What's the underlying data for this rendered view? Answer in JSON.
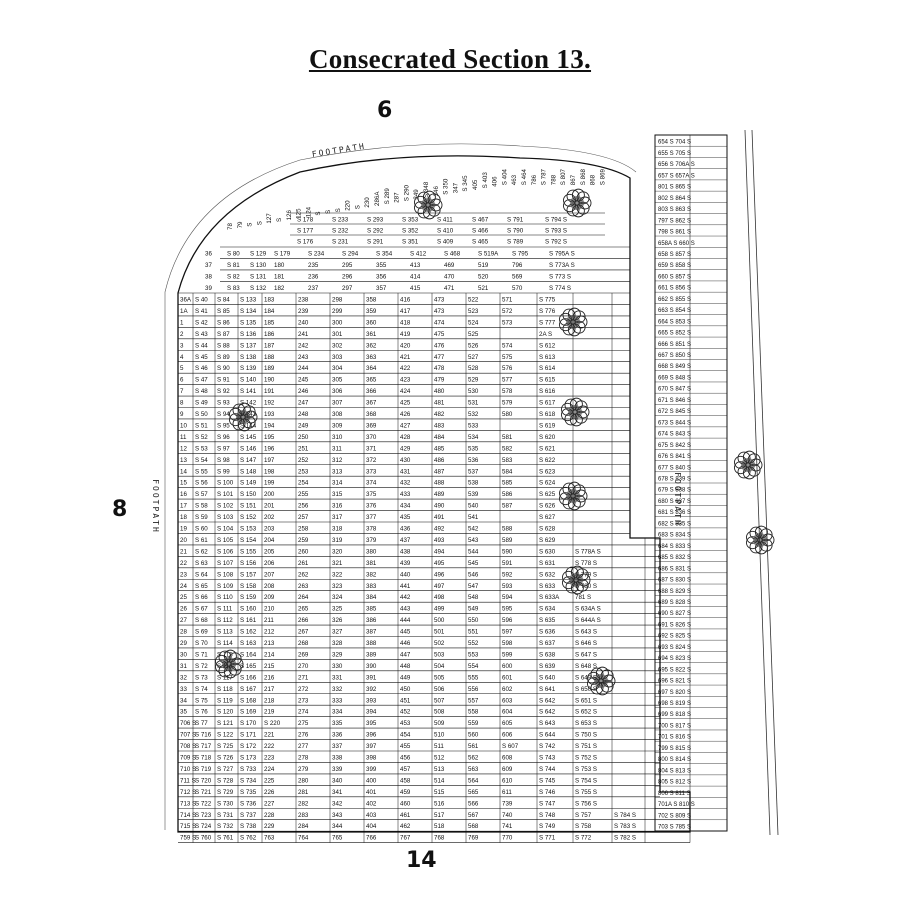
{
  "title": "Consecrated Section 13.",
  "adjacent_sections": {
    "north": "6",
    "west": "8",
    "south": "14"
  },
  "footpath_label": "FOOTPATH",
  "main_block": {
    "rows": [
      [
        "36A",
        "S 40",
        "S 84",
        "S 133",
        "183",
        "238",
        "298",
        "358",
        "416",
        "473",
        "522",
        "571",
        "S 775"
      ],
      [
        "1A",
        "S 41",
        "S 85",
        "S 134",
        "184",
        "239",
        "299",
        "359",
        "417",
        "473",
        "523",
        "572",
        "S 776"
      ],
      [
        "1",
        "S 42",
        "S 86",
        "S 135",
        "185",
        "240",
        "300",
        "360",
        "418",
        "474",
        "524",
        "573",
        "S 777"
      ],
      [
        "2",
        "S 43",
        "S 87",
        "S 136",
        "186",
        "241",
        "301",
        "361",
        "419",
        "475",
        "525",
        "",
        "2A S"
      ],
      [
        "3",
        "S 44",
        "S 88",
        "S 137",
        "187",
        "242",
        "302",
        "362",
        "420",
        "476",
        "526",
        "574",
        "S 612"
      ],
      [
        "4",
        "S 45",
        "S 89",
        "S 138",
        "188",
        "243",
        "303",
        "363",
        "421",
        "477",
        "527",
        "575",
        "S 613"
      ],
      [
        "5",
        "S 46",
        "S 90",
        "S 139",
        "189",
        "244",
        "304",
        "364",
        "422",
        "478",
        "528",
        "576",
        "S 614"
      ],
      [
        "6",
        "S 47",
        "S 91",
        "S 140",
        "190",
        "245",
        "305",
        "365",
        "423",
        "479",
        "529",
        "577",
        "S 615"
      ],
      [
        "7",
        "S 48",
        "S 92",
        "S 141",
        "191",
        "246",
        "306",
        "366",
        "424",
        "480",
        "530",
        "578",
        "S 616"
      ],
      [
        "8",
        "S 49",
        "S 93",
        "S 142",
        "192",
        "247",
        "307",
        "367",
        "425",
        "481",
        "531",
        "579",
        "S 617"
      ],
      [
        "9",
        "S 50",
        "S 94",
        "S 143",
        "193",
        "248",
        "308",
        "368",
        "426",
        "482",
        "532",
        "580",
        "S 618"
      ],
      [
        "10",
        "S 51",
        "S 95",
        "S 144",
        "194",
        "249",
        "309",
        "369",
        "427",
        "483",
        "533",
        "",
        "S 619"
      ],
      [
        "11",
        "S 52",
        "S 96",
        "S 145",
        "195",
        "250",
        "310",
        "370",
        "428",
        "484",
        "534",
        "581",
        "S 620"
      ],
      [
        "12",
        "S 53",
        "S 97",
        "S 146",
        "196",
        "251",
        "311",
        "371",
        "429",
        "485",
        "535",
        "582",
        "S 621"
      ],
      [
        "13",
        "S 54",
        "S 98",
        "S 147",
        "197",
        "252",
        "312",
        "372",
        "430",
        "486",
        "536",
        "583",
        "S 622"
      ],
      [
        "14",
        "S 55",
        "S 99",
        "S 148",
        "198",
        "253",
        "313",
        "373",
        "431",
        "487",
        "537",
        "584",
        "S 623"
      ],
      [
        "15",
        "S 56",
        "S 100",
        "S 149",
        "199",
        "254",
        "314",
        "374",
        "432",
        "488",
        "538",
        "585",
        "S 624"
      ],
      [
        "16",
        "S 57",
        "S 101",
        "S 150",
        "200",
        "255",
        "315",
        "375",
        "433",
        "489",
        "539",
        "586",
        "S 625"
      ],
      [
        "17",
        "S 58",
        "S 102",
        "S 151",
        "201",
        "256",
        "316",
        "376",
        "434",
        "490",
        "540",
        "587",
        "S 626"
      ],
      [
        "18",
        "S 59",
        "S 103",
        "S 152",
        "202",
        "257",
        "317",
        "377",
        "435",
        "491",
        "541",
        "",
        "S 627"
      ],
      [
        "19",
        "S 60",
        "S 104",
        "S 153",
        "203",
        "258",
        "318",
        "378",
        "436",
        "492",
        "542",
        "588",
        "S 628"
      ],
      [
        "20",
        "S 61",
        "S 105",
        "S 154",
        "204",
        "259",
        "319",
        "379",
        "437",
        "493",
        "543",
        "589",
        "S 629"
      ],
      [
        "21",
        "S 62",
        "S 106",
        "S 155",
        "205",
        "260",
        "320",
        "380",
        "438",
        "494",
        "544",
        "590",
        "S 630",
        "S 778A S"
      ],
      [
        "22",
        "S 63",
        "S 107",
        "S 156",
        "206",
        "261",
        "321",
        "381",
        "439",
        "495",
        "545",
        "591",
        "S 631",
        "S 778 S"
      ],
      [
        "23",
        "S 64",
        "S 108",
        "S 157",
        "207",
        "262",
        "322",
        "382",
        "440",
        "496",
        "546",
        "592",
        "S 632",
        "S 779 S"
      ],
      [
        "24",
        "S 65",
        "S 109",
        "S 158",
        "208",
        "263",
        "323",
        "383",
        "441",
        "497",
        "547",
        "593",
        "S 633",
        "S 780 S"
      ],
      [
        "25",
        "S 66",
        "S 110",
        "S 159",
        "209",
        "264",
        "324",
        "384",
        "442",
        "498",
        "548",
        "594",
        "S 633A",
        "781 S"
      ],
      [
        "26",
        "S 67",
        "S 111",
        "S 160",
        "210",
        "265",
        "325",
        "385",
        "443",
        "499",
        "549",
        "595",
        "S 634",
        "S 634A S"
      ],
      [
        "27",
        "S 68",
        "S 112",
        "S 161",
        "211",
        "266",
        "326",
        "386",
        "444",
        "500",
        "550",
        "596",
        "S 635",
        "S 644A S"
      ],
      [
        "28",
        "S 69",
        "S 113",
        "S 162",
        "212",
        "267",
        "327",
        "387",
        "445",
        "501",
        "551",
        "597",
        "S 636",
        "S 643 S"
      ],
      [
        "29",
        "S 70",
        "S 114",
        "S 163",
        "213",
        "268",
        "328",
        "388",
        "446",
        "502",
        "552",
        "598",
        "S 637",
        "S 646 S"
      ],
      [
        "30",
        "S 71",
        "S 115",
        "S 164",
        "214",
        "269",
        "329",
        "389",
        "447",
        "503",
        "553",
        "599",
        "S 638",
        "S 647 S"
      ],
      [
        "31",
        "S 72",
        "S 116",
        "S 165",
        "215",
        "270",
        "330",
        "390",
        "448",
        "504",
        "554",
        "600",
        "S 639",
        "S 648 S"
      ],
      [
        "32",
        "S 73",
        "S 117",
        "S 166",
        "216",
        "271",
        "331",
        "391",
        "449",
        "505",
        "555",
        "601",
        "S 640",
        "S 649 S"
      ],
      [
        "33",
        "S 74",
        "S 118",
        "S 167",
        "217",
        "272",
        "332",
        "392",
        "450",
        "506",
        "556",
        "602",
        "S 641",
        "S 650 S"
      ],
      [
        "34",
        "S 75",
        "S 119",
        "S 168",
        "218",
        "273",
        "333",
        "393",
        "451",
        "507",
        "557",
        "603",
        "S 642",
        "S 651 S"
      ],
      [
        "35",
        "S 76",
        "S 120",
        "S 169",
        "219",
        "274",
        "334",
        "394",
        "452",
        "508",
        "558",
        "604",
        "S 642",
        "S 652 S"
      ],
      [
        "706 S",
        "S 77",
        "S 121",
        "S 170",
        "S 220",
        "275",
        "335",
        "395",
        "453",
        "509",
        "559",
        "605",
        "S 643",
        "S 653 S"
      ],
      [
        "707 S",
        "S 716",
        "S 122",
        "S 171",
        "221",
        "276",
        "336",
        "396",
        "454",
        "510",
        "560",
        "606",
        "S 644",
        "S 750 S"
      ],
      [
        "708 S",
        "S 717",
        "S 725",
        "S 172",
        "222",
        "277",
        "337",
        "397",
        "455",
        "511",
        "561",
        "S 607",
        "S 742",
        "S 751 S"
      ],
      [
        "709 S",
        "S 718",
        "S 726",
        "S 173",
        "223",
        "278",
        "338",
        "398",
        "456",
        "512",
        "562",
        "608",
        "S 743",
        "S 752 S"
      ],
      [
        "710 S",
        "S 719",
        "S 727",
        "S 733",
        "224",
        "279",
        "339",
        "399",
        "457",
        "513",
        "563",
        "609",
        "S 744",
        "S 753 S"
      ],
      [
        "711 S",
        "S 720",
        "S 728",
        "S 734",
        "225",
        "280",
        "340",
        "400",
        "458",
        "514",
        "564",
        "610",
        "S 745",
        "S 754 S"
      ],
      [
        "712 S",
        "S 721",
        "S 729",
        "S 735",
        "226",
        "281",
        "341",
        "401",
        "459",
        "515",
        "565",
        "611",
        "S 746",
        "S 755 S"
      ],
      [
        "713 S",
        "S 722",
        "S 730",
        "S 736",
        "227",
        "282",
        "342",
        "402",
        "460",
        "516",
        "566",
        "739",
        "S 747",
        "S 756 S"
      ],
      [
        "714 S",
        "S 723",
        "S 731",
        "S 737",
        "228",
        "283",
        "343",
        "403",
        "461",
        "517",
        "567",
        "740",
        "S 748",
        "S 757",
        "S 784 S"
      ],
      [
        "715 S",
        "S 724",
        "S 732",
        "S 738",
        "229",
        "284",
        "344",
        "404",
        "462",
        "518",
        "568",
        "741",
        "S 749",
        "S 758",
        "S 783 S"
      ],
      [
        "759 S",
        "S 760",
        "S 761",
        "S 762",
        "763",
        "764",
        "765",
        "766",
        "767",
        "768",
        "769",
        "770",
        "S 771",
        "S 772",
        "S 782 S"
      ]
    ],
    "upper_rows": [
      [
        "",
        "36",
        "S 80",
        "S 129",
        "S 179",
        "S 234",
        "S 294",
        "S 354",
        "S 412",
        "S 468",
        "S 519A",
        "S 795",
        "S 795A S"
      ],
      [
        "",
        "37",
        "S 81",
        "S 130",
        "180",
        "235",
        "295",
        "355",
        "413",
        "469",
        "519",
        "796",
        "S 773A S"
      ],
      [
        "",
        "38",
        "S 82",
        "S 131",
        "181",
        "236",
        "296",
        "356",
        "414",
        "470",
        "520",
        "569",
        "S 773 S"
      ],
      [
        "",
        "39",
        "S 83",
        "S 132",
        "182",
        "237",
        "297",
        "357",
        "415",
        "471",
        "521",
        "570",
        "S 774 S"
      ]
    ],
    "top_rows": [
      [
        "",
        "",
        "",
        "S",
        "S",
        "S 178",
        "S 233",
        "S 293",
        "S 353",
        "S 411",
        "S 467",
        "S 791",
        "S 794 S"
      ],
      [
        "",
        "",
        "",
        "",
        "S 128",
        "S 177",
        "S 232",
        "S 292",
        "S 352",
        "S 410",
        "S 466",
        "S 790",
        "S 793 S"
      ],
      [
        "",
        "",
        "",
        "",
        "",
        "S 176",
        "S 231",
        "S 291",
        "S 351",
        "S 409",
        "S 465",
        "S 789",
        "S 792 S"
      ]
    ],
    "vertical_labels": [
      "78",
      "79",
      "S",
      "S",
      "127",
      "S",
      "126",
      "125",
      "124",
      "S",
      "S",
      "S",
      "220",
      "S",
      "230",
      "286A",
      "S 289",
      "287",
      "S 290",
      "349",
      "S 348",
      "346",
      "S 350",
      "347",
      "S 345",
      "405",
      "S 403",
      "406",
      "S 404",
      "463",
      "S 464",
      "786",
      "S 787",
      "788",
      "S 807",
      "867",
      "S 868",
      "868",
      "S 869"
    ]
  },
  "east_strip": {
    "rows": [
      "654 S 704 S",
      "655 S 705 S",
      "656 S 706A S",
      "657 S 657A S",
      "801 S 865 S",
      "802 S 864 S",
      "803 S 863 S",
      "797 S 862 S",
      "798 S 861 S",
      "658A S 660 S",
      "658 S 857 S",
      "659 S 858 S",
      "660 S 857 S",
      "661 S 856 S",
      "662 S 855 S",
      "663 S 854 S",
      "664 S 853 S",
      "665 S 852 S",
      "666 S 851 S",
      "667 S 850 S",
      "668 S 849 S",
      "669 S 848 S",
      "670 S 847 S",
      "671 S 846 S",
      "672 S 845 S",
      "673 S 844 S",
      "674 S 843 S",
      "675 S 842 S",
      "676 S 841 S",
      "677 S 840 S",
      "678 S 839 S",
      "679 S 838 S",
      "680 S 837 S",
      "681 S 836 S",
      "682 S 835 S",
      "683 S 834 S",
      "684 S 833 S",
      "685 S 832 S",
      "686 S 831 S",
      "687 S 830 S",
      "688 S 829 S",
      "689 S 828 S",
      "690 S 827 S",
      "691 S 826 S",
      "692 S 825 S",
      "693 S 824 S",
      "694 S 823 S",
      "695 S 822 S",
      "696 S 821 S",
      "697 S 820 S",
      "698 S 819 S",
      "699 S 818 S",
      "700 S 817 S",
      "701 S 816 S",
      "799 S 815 S",
      "800 S 814 S",
      "804 S 813 S",
      "805 S 812 S",
      "806 S 811 S",
      "701A S 810 S",
      "702 S 809 S",
      "703 S 785 S"
    ]
  },
  "trees": 10,
  "colors": {
    "ink": "#111111",
    "paper": "#ffffff"
  }
}
